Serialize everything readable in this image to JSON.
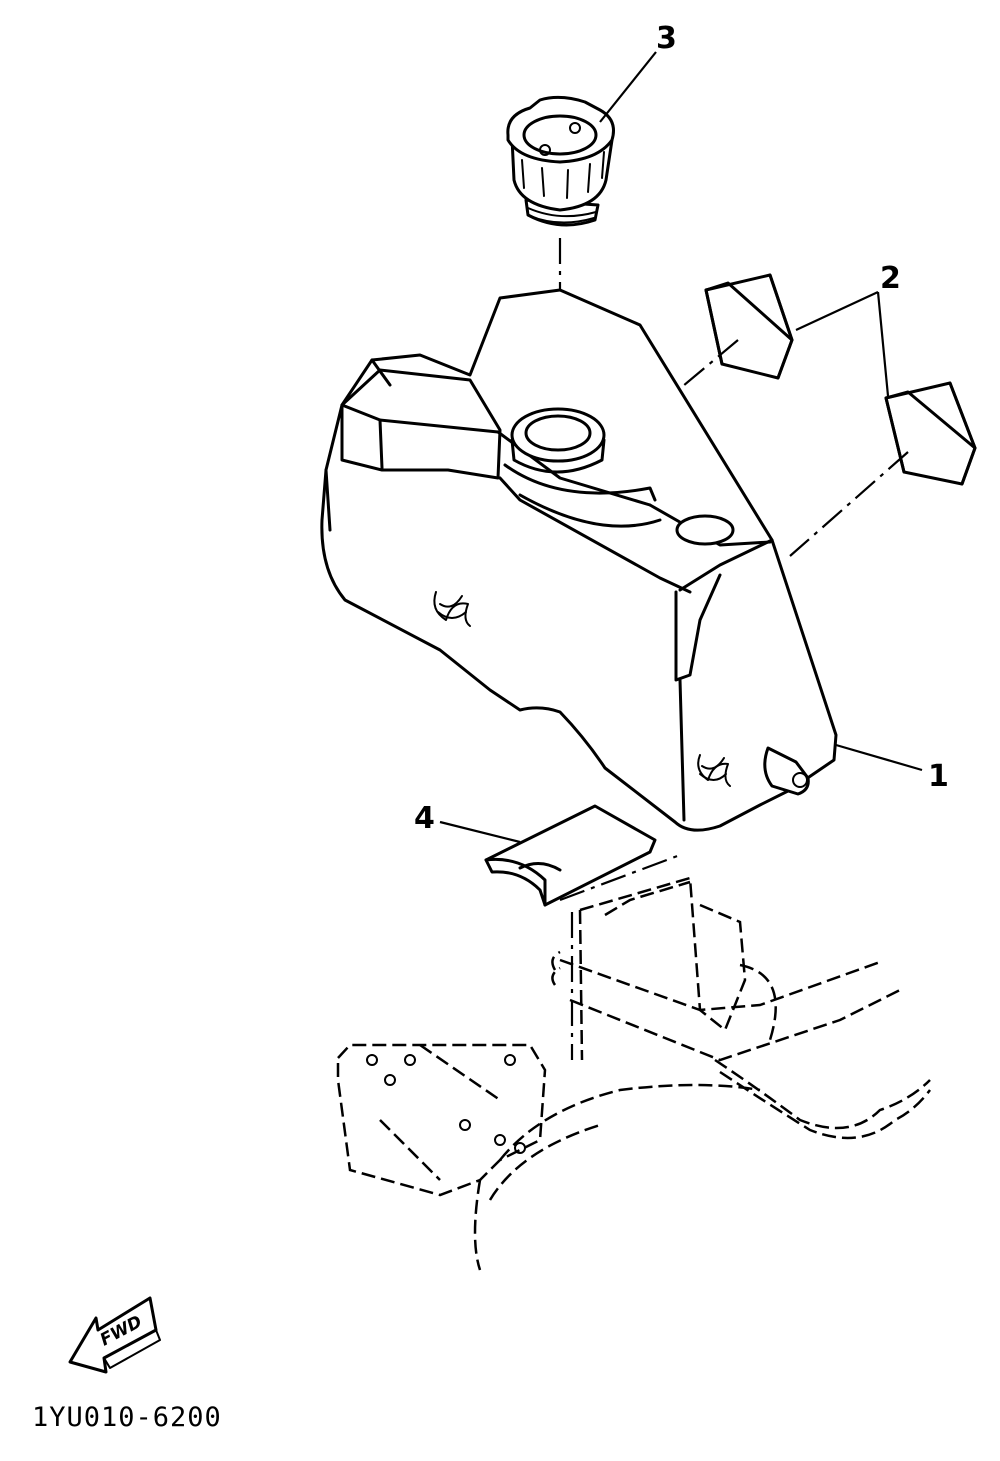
{
  "callouts": {
    "part_1": "1",
    "part_2": "2",
    "part_3": "3",
    "part_4": "4"
  },
  "fwd_arrow": {
    "label": "FWD",
    "icon": "fwd-arrow-icon"
  },
  "diagram_code": "1YU010-6200",
  "colors": {
    "ink": "#000000",
    "paper": "#ffffff"
  }
}
